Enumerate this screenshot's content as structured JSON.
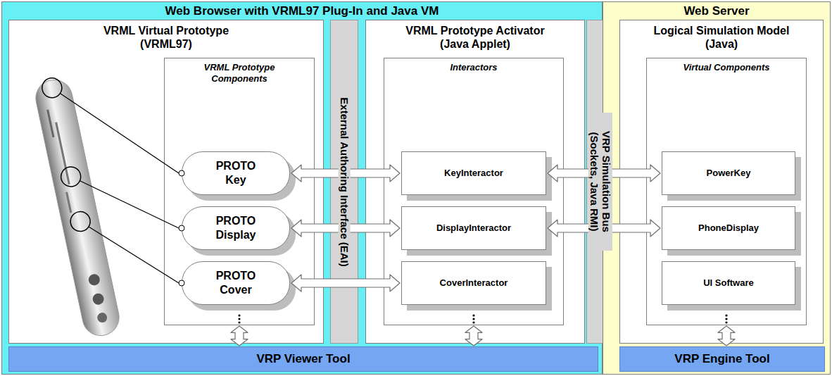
{
  "diagram": {
    "nodes": [
      {
        "text": [
          "Web Browser with VRML97 Plug-In and Java VM"
        ]
      },
      {
        "text": [
          "VRML Virtual Prototype (VRML97)"
        ],
        "in": 0
      },
      {
        "text": [
          "VRML Prototype Components"
        ],
        "in": 1
      },
      {
        "text": [
          "PROTO Key"
        ],
        "in": 2
      },
      {
        "text": [
          "PROTO Display"
        ],
        "in": 2
      },
      {
        "text": [
          "PROTO Cover"
        ],
        "in": 2
      },
      {
        "text": [
          "External Authoring Interface (EAI)"
        ],
        "in": 0
      },
      {
        "text": [
          "VRML Prototype Activator (Java Applet)"
        ],
        "in": 0
      },
      {
        "text": [
          "Interactors"
        ],
        "in": 7
      },
      {
        "text": [
          "KeyInteractor"
        ],
        "in": 8
      },
      {
        "text": [
          "DisplayInteractor"
        ],
        "in": 8
      },
      {
        "text": [
          "CoverInteractor"
        ],
        "in": 8
      },
      {
        "text": [
          "VRP Viewer Tool"
        ],
        "in": 0
      },
      {
        "text": [
          "VRP Simulation Bus (Sockets, Java RMI)"
        ]
      },
      {
        "text": [
          "Web Server"
        ]
      },
      {
        "text": [
          "Logical Simulation Model (Java)"
        ],
        "in": 14
      },
      {
        "text": [
          "Virtual Components"
        ],
        "in": 15
      },
      {
        "text": [
          "PowerKey"
        ],
        "in": 16
      },
      {
        "text": [
          "PhoneDisplay"
        ],
        "in": 16
      },
      {
        "text": [
          "UI Software"
        ],
        "in": 16
      },
      {
        "text": [
          "VRP Engine Tool"
        ],
        "in": 14
      }
    ],
    "edges": [
      {
        "from": 3,
        "to": 9,
        "arrow": "both"
      },
      {
        "from": 4,
        "to": 10,
        "arrow": "both"
      },
      {
        "from": 5,
        "to": 11,
        "arrow": "both"
      },
      {
        "from": 9,
        "to": 17,
        "arrow": "both"
      },
      {
        "from": 10,
        "to": 18,
        "arrow": "both"
      },
      {
        "from": 2,
        "to": 12,
        "arrow": "both"
      },
      {
        "from": 8,
        "to": 12,
        "arrow": "both"
      },
      {
        "from": 16,
        "to": 20,
        "arrow": "both"
      }
    ]
  }
}
